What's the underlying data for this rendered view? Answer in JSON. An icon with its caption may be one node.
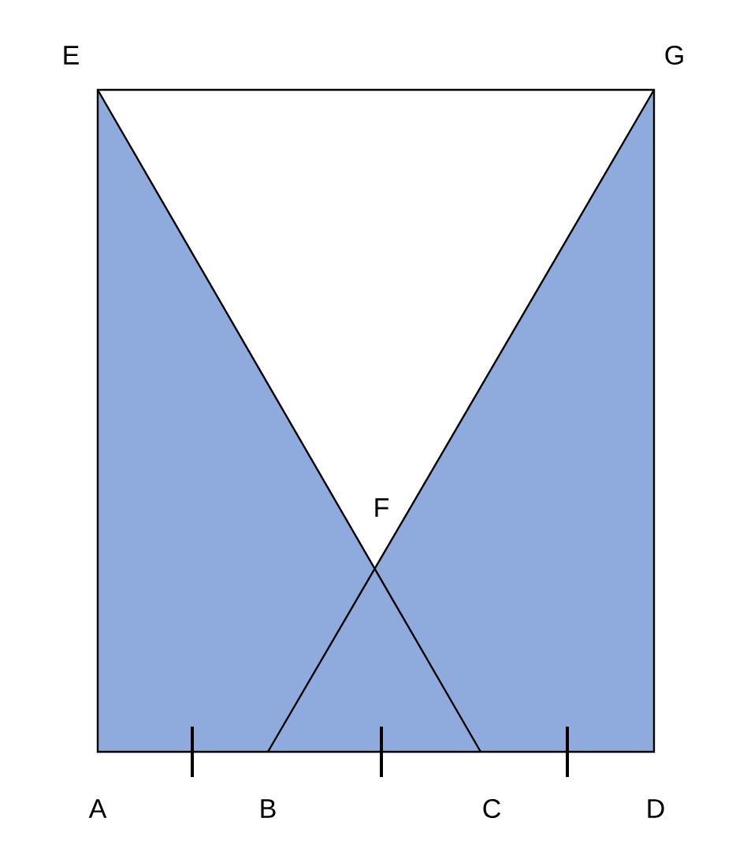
{
  "diagram": {
    "labels": [
      "E",
      "G",
      "F",
      "A",
      "B",
      "C",
      "D"
    ]
  }
}
